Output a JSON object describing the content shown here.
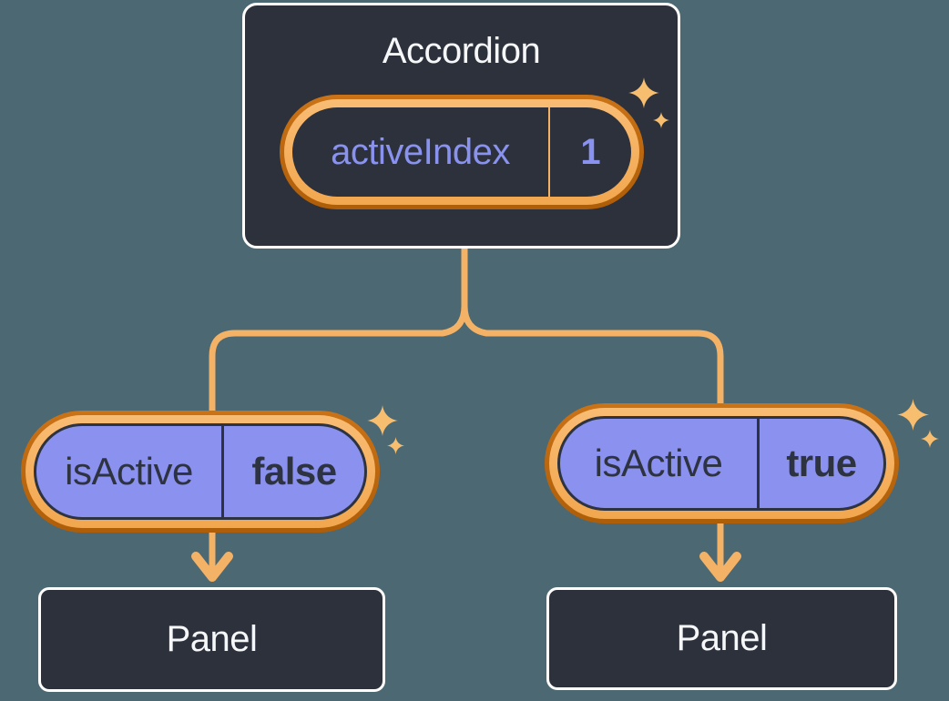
{
  "background": "#4C6872",
  "colors": {
    "bg": "#4C6872",
    "node_bg": "#2C313C",
    "node_border": "#FFFFFF",
    "line": "#F4B266",
    "ring_dark_top": "#CA7216",
    "ring_dark_bottom": "#AE5D08",
    "ring_light_top": "#F9BC74",
    "ring_light_bottom": "#F2A74E",
    "purple_fill": "#8B91EE",
    "purple_text": "#8A92F0",
    "dark_text": "#2D3340",
    "light_text": "#F6F7F9",
    "sparkle": "#F7BE70"
  },
  "root": {
    "title": "Accordion",
    "state": {
      "name": "activeIndex",
      "value": "1"
    }
  },
  "children": [
    {
      "prop_name": "isActive",
      "prop_value": "false",
      "panel_label": "Panel"
    },
    {
      "prop_name": "isActive",
      "prop_value": "true",
      "panel_label": "Panel"
    }
  ]
}
